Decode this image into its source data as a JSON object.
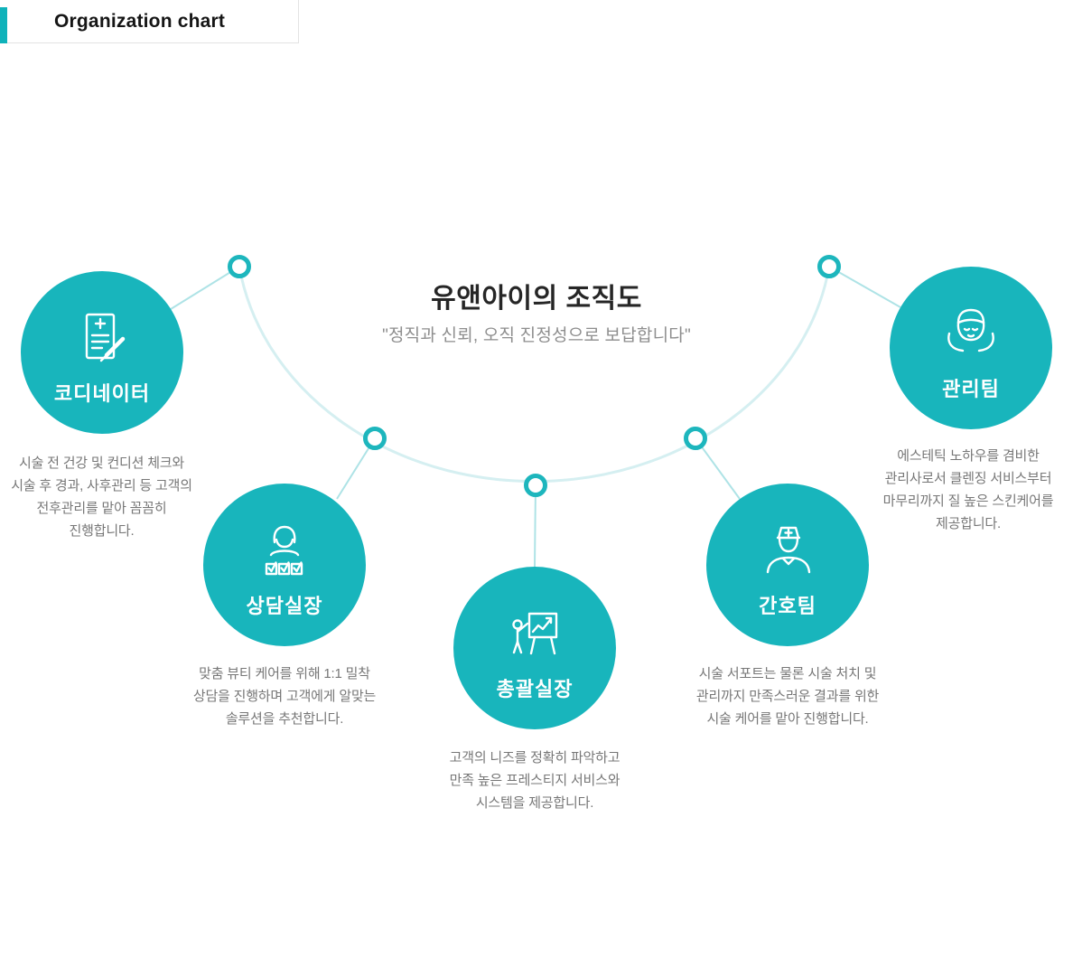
{
  "header": {
    "title": "Organization chart"
  },
  "section": {
    "title": "유앤아이의 조직도",
    "subtitle": "\"정직과 신뢰, 오직 진정성으로 보답합니다\""
  },
  "colors": {
    "teal": "#18b5bc",
    "header_accent": "#0fb2ba",
    "arc_light": "#d5eff1",
    "connector": "#aee3e6",
    "title_text": "#262626",
    "subtitle_text": "#8e8e8e",
    "description_text": "#777777"
  },
  "departments": [
    {
      "id": "coordinator",
      "label": "코디네이터",
      "icon": "medical-document-pen-icon",
      "description": "시술 전 건강 및 컨디션 체크와\n시술 후 경과, 사후관리 등 고객의\n전후관리를 맡아 꼼꼼히\n진행합니다."
    },
    {
      "id": "consulting-manager",
      "label": "상담실장",
      "icon": "consultant-checklist-icon",
      "description": "맞춤 뷰티 케어를 위해 1:1 밀착\n상담을 진행하며 고객에게 알맞는\n솔루션을 추천합니다."
    },
    {
      "id": "general-manager",
      "label": "총괄실장",
      "icon": "presentation-chart-icon",
      "description": "고객의 니즈를 정확히 파악하고\n만족 높은 프레스티지 서비스와\n시스템을 제공합니다."
    },
    {
      "id": "nursing-team",
      "label": "간호팀",
      "icon": "nurse-icon",
      "description": "시술 서포트는 물론 시술 처치 및\n관리까지 만족스러운 결과를 위한\n시술 케어를 맡아 진행합니다."
    },
    {
      "id": "care-team",
      "label": "관리팀",
      "icon": "facial-care-icon",
      "description": "에스테틱 노하우를 겸비한\n관리사로서 클렌징 서비스부터\n마무리까지 질 높은 스킨케어를\n제공합니다."
    }
  ]
}
